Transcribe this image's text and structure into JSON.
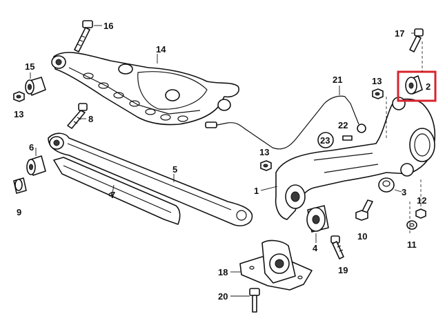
{
  "colors": {
    "highlight": "#d9232e",
    "ink": "#111111"
  },
  "callouts": {
    "c1": "1",
    "c2": "2",
    "c3": "3",
    "c4": "4",
    "c5": "5",
    "c6": "6",
    "c7": "7",
    "c8": "8",
    "c9": "9",
    "c10": "10",
    "c11": "11",
    "c12": "12",
    "c13a": "13",
    "c13b": "13",
    "c13c": "13",
    "c14": "14",
    "c15": "15",
    "c16": "16",
    "c17": "17",
    "c18": "18",
    "c19": "19",
    "c20": "20",
    "c21": "21",
    "c22": "22",
    "c23": "23"
  },
  "highlighted_part": "2"
}
